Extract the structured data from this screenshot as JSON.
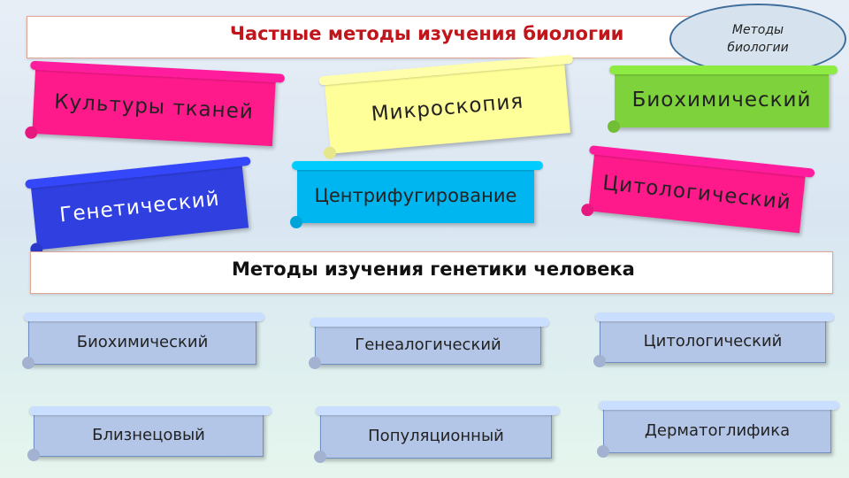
{
  "header": {
    "title": "Частные методы изучения биологии",
    "ellipse_label": "Методы\nбиологии"
  },
  "top_methods": [
    {
      "label": "Культуры тканей",
      "color": "#ff1a8c"
    },
    {
      "label": "Микроскопия",
      "color": "#ffff99"
    },
    {
      "label": "Биохимический",
      "color": "#7ed23b"
    },
    {
      "label": "Генетический",
      "color": "#2f3fe0"
    },
    {
      "label": "Центрифугирование",
      "color": "#00b6f0"
    },
    {
      "label": "Цитологический",
      "color": "#ff1a8c"
    }
  ],
  "genetics": {
    "title": "Методы изучения генетики человека",
    "methods": [
      {
        "label": "Биохимический"
      },
      {
        "label": "Генеалогический"
      },
      {
        "label": "Цитологический"
      },
      {
        "label": "Близнецовый"
      },
      {
        "label": "Популяционный"
      },
      {
        "label": "Дерматоглифика"
      }
    ]
  },
  "colors": {
    "title_red": "#c0151b",
    "card_blue": "#b4c6e7"
  }
}
